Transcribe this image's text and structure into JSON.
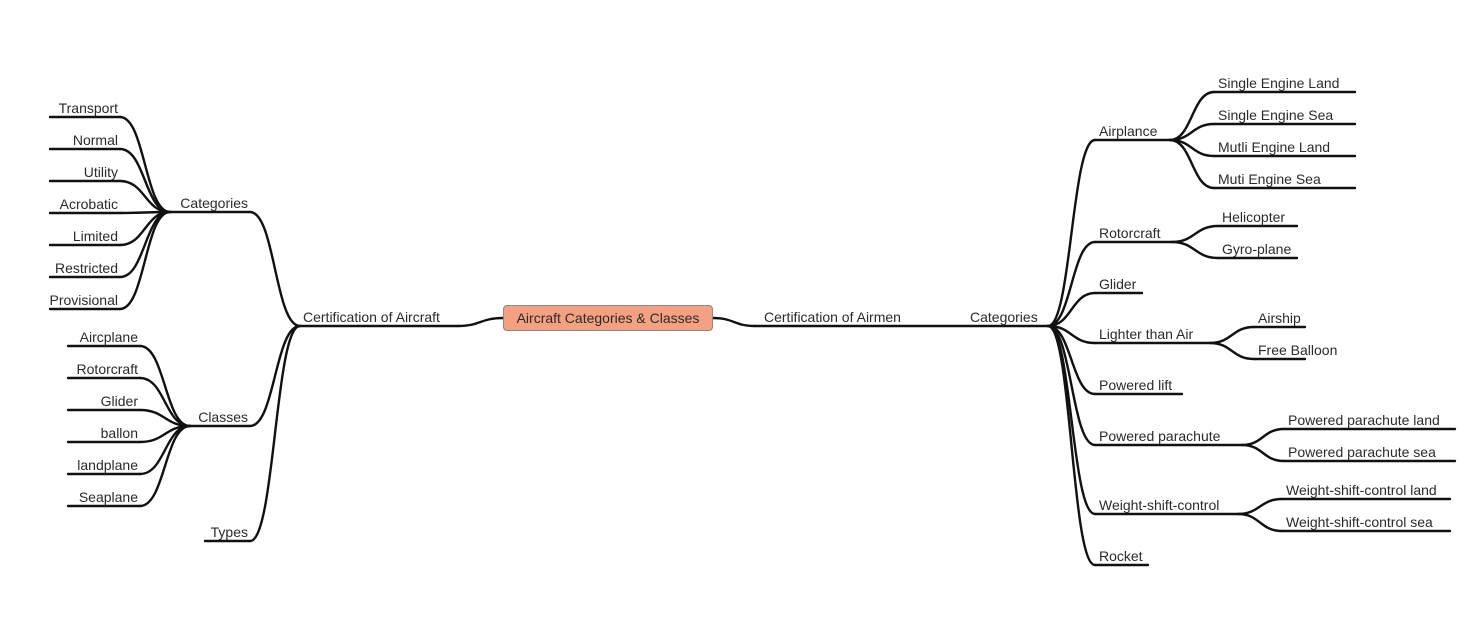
{
  "root": {
    "label": "Aircraft Categories & Classes",
    "fill": "#f4a182",
    "border": "#8a8a8a"
  },
  "line_color": "#111111",
  "left": {
    "label": "Certification of Aircraft",
    "children": [
      {
        "label": "Categories",
        "children": [
          "Transport",
          "Normal",
          "Utility",
          "Acrobatic",
          "Limited",
          "Restricted",
          "Provisional"
        ]
      },
      {
        "label": "Classes",
        "children": [
          "Aircplane",
          "Rotorcraft",
          "Glider",
          "ballon",
          "landplane",
          "Seaplane"
        ]
      },
      {
        "label": "Types",
        "children": []
      }
    ]
  },
  "right": {
    "label": "Certification of Airmen",
    "child": {
      "label": "Categories",
      "children": [
        {
          "label": "Airplance",
          "children": [
            "Single Engine Land",
            "Single Engine Sea",
            "Mutli Engine Land",
            "Muti Engine Sea"
          ]
        },
        {
          "label": "Rotorcraft",
          "children": [
            "Helicopter",
            "Gyro-plane"
          ]
        },
        {
          "label": "Glider",
          "children": []
        },
        {
          "label": "Lighter than Air",
          "children": [
            "Airship",
            "Free Balloon"
          ]
        },
        {
          "label": "Powered lift",
          "children": []
        },
        {
          "label": "Powered parachute",
          "children": [
            "Powered parachute land",
            "Powered parachute sea"
          ]
        },
        {
          "label": "Weight-shift-control",
          "children": [
            "Weight-shift-control land",
            "Weight-shift-control sea"
          ]
        },
        {
          "label": "Rocket",
          "children": []
        }
      ]
    }
  }
}
